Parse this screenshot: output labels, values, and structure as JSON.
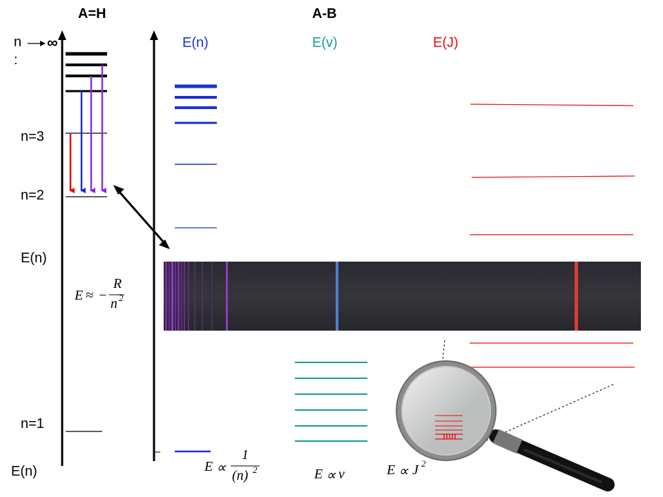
{
  "left_panel": {
    "title": "A=H",
    "n_label_top": "n",
    "n_label_colon": ":",
    "infinity": "∞",
    "levels": [
      {
        "label": "n=3"
      },
      {
        "label": "n=2"
      },
      {
        "label": "n=1"
      }
    ],
    "axis_label_mid": "E(n)",
    "axis_label_bottom": "E(n)",
    "formula": {
      "lhs": "E",
      "rel": "≈",
      "sign": "−",
      "num": "R",
      "den": "n",
      "exp": "2"
    },
    "transition_colors": [
      "#e01010",
      "#1a2fd6",
      "#8a2be2",
      "#8a2be2"
    ]
  },
  "right_panel": {
    "title": "A-B",
    "columns": [
      {
        "label": "E(n)",
        "color": "#1a2fd6"
      },
      {
        "label": "E(v)",
        "color": "#1a9a96"
      },
      {
        "label": "E(J)",
        "color": "#e01010"
      }
    ],
    "formulas": {
      "electronic": {
        "lhs": "E",
        "rel": "∝",
        "num": "1",
        "den": "(n)",
        "exp": "2"
      },
      "vibrational": {
        "lhs": "E",
        "rel": "∝",
        "var": "ν"
      },
      "rotational": {
        "lhs": "E",
        "rel": "∝",
        "var": "J",
        "exp": "2"
      }
    }
  },
  "spectrum": {
    "background": "#2b2b30",
    "line_colors": {
      "violet": "#8a3fc0",
      "blue": "#4a7fd8",
      "red": "#e03a3a"
    }
  },
  "magnifier": {
    "rim_color": "#a8a8a8",
    "handle_color": "#111111"
  }
}
